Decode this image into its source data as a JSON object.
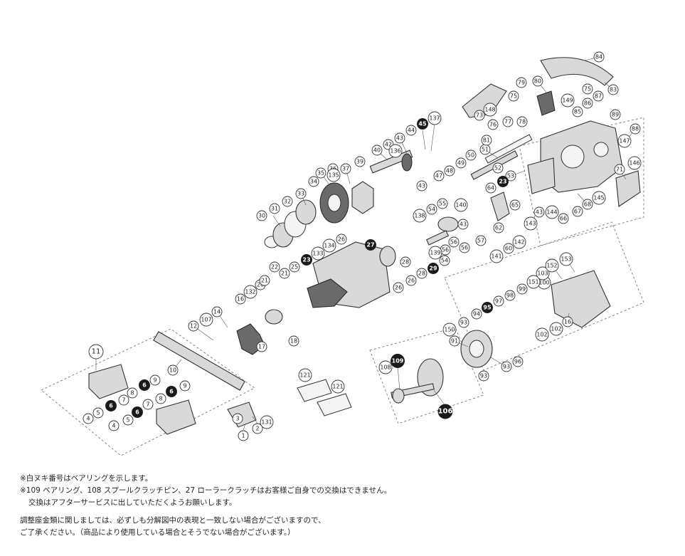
{
  "callouts": {
    "plain": [
      "1",
      "2",
      "3",
      "4",
      "4",
      "5",
      "5",
      "7",
      "7",
      "8",
      "8",
      "9",
      "9",
      "10",
      "12",
      "14",
      "16",
      "16",
      "17",
      "18",
      "20",
      "21",
      "21",
      "22",
      "25",
      "26",
      "26",
      "26",
      "28",
      "28",
      "30",
      "31",
      "32",
      "33",
      "34",
      "35",
      "36",
      "37",
      "39",
      "40",
      "42",
      "43",
      "43",
      "43",
      "43",
      "44",
      "47",
      "48",
      "49",
      "50",
      "51",
      "52",
      "53",
      "54",
      "54",
      "55",
      "56",
      "56",
      "56",
      "57",
      "60",
      "62",
      "64",
      "65",
      "66",
      "67",
      "68",
      "71",
      "73",
      "75",
      "75",
      "76",
      "77",
      "78",
      "79",
      "80",
      "81",
      "83",
      "84",
      "85",
      "86",
      "87",
      "88",
      "89",
      "91",
      "93",
      "93",
      "93",
      "94",
      "96",
      "97",
      "98",
      "99",
      "100",
      "102",
      "102",
      "103",
      "107",
      "108",
      "121",
      "121",
      "131",
      "132",
      "133",
      "134",
      "135",
      "136",
      "137",
      "138",
      "139",
      "140",
      "141",
      "142",
      "143",
      "144",
      "145",
      "146",
      "147",
      "148",
      "149",
      "150",
      "151",
      "152",
      "153"
    ],
    "bearing": [
      "6",
      "6",
      "6",
      "6",
      "23",
      "23",
      "27",
      "29",
      "45",
      "95",
      "109"
    ],
    "assembly": [
      "11"
    ],
    "bearing_assembly": [
      "106"
    ]
  },
  "notes": {
    "line1": "※白ヌキ番号はベアリングを示します。",
    "line2": "※109 ベアリング、108 スプールクラッチピン、27 ローラークラッチはお客様ご自身での交換はできません。",
    "line3": "交換はアフターサービスに出していただくようお願いします。",
    "line4": "調整座金類に関しましては、必ずしも分解図中の表現と一致しない場合がございますので、",
    "line5": "ご了承ください。（商品により使用している場合とそうでない場合がございます。）"
  }
}
